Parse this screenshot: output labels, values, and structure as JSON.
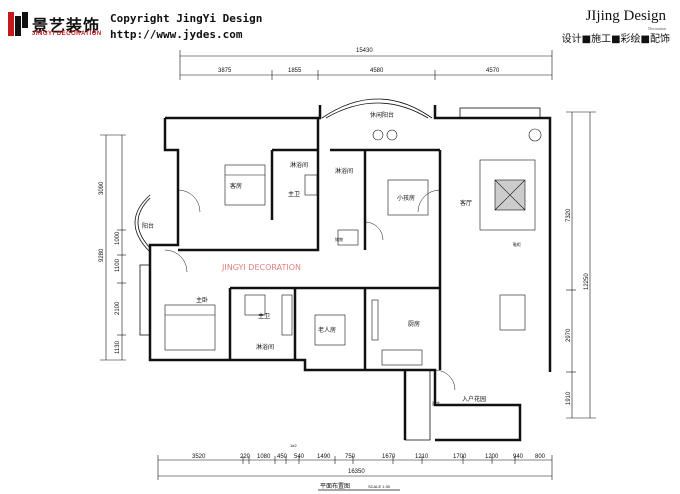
{
  "header": {
    "logo_cn": "景艺装饰",
    "logo_en": "JINGYI DECORATION",
    "copyright": "Copyright JingYi Design",
    "url": "http://www.jydes.com",
    "brand": "JIjing Design",
    "brand_sub": "Decoration",
    "slogan": "设计■施工■彩绘■配饰"
  },
  "dims": {
    "top_total": "15430",
    "top_segments": [
      "3875",
      "1855",
      "4580",
      "4570"
    ],
    "left_segments": [
      "3090",
      "1000",
      "1100",
      "2100",
      "1130"
    ],
    "left_total": "9280",
    "right_segments": [
      "7320",
      "2970",
      "1910"
    ],
    "right_total": "12250",
    "bottom_segments": [
      "3520",
      "220",
      "1080",
      "450",
      "540",
      "1490",
      "750",
      "1670",
      "1210",
      "1700",
      "1200",
      "940",
      "800"
    ],
    "bottom_total": "16350"
  },
  "rooms": {
    "leisure_balcony": "休闲阳台",
    "guest_room": "客房",
    "bath_top": "淋浴间",
    "bath_top2": "淋浴间",
    "main_wc": "主卫",
    "small_room": "小孩房",
    "balcony": "阳台",
    "living": "客厅",
    "master_bed": "主卧",
    "master_wc": "主卫",
    "bath_bottom": "淋浴间",
    "old_room": "老人房",
    "kitchen": "厨房",
    "entry_garden": "入户花园",
    "utility": "储物",
    "powder": "面盆",
    "shoe": "鞋柜"
  },
  "watermark": "JINGYI DECORATION",
  "footer": {
    "title": "平面布置图",
    "scale": "SCALE 1:30",
    "note": "1#2"
  }
}
